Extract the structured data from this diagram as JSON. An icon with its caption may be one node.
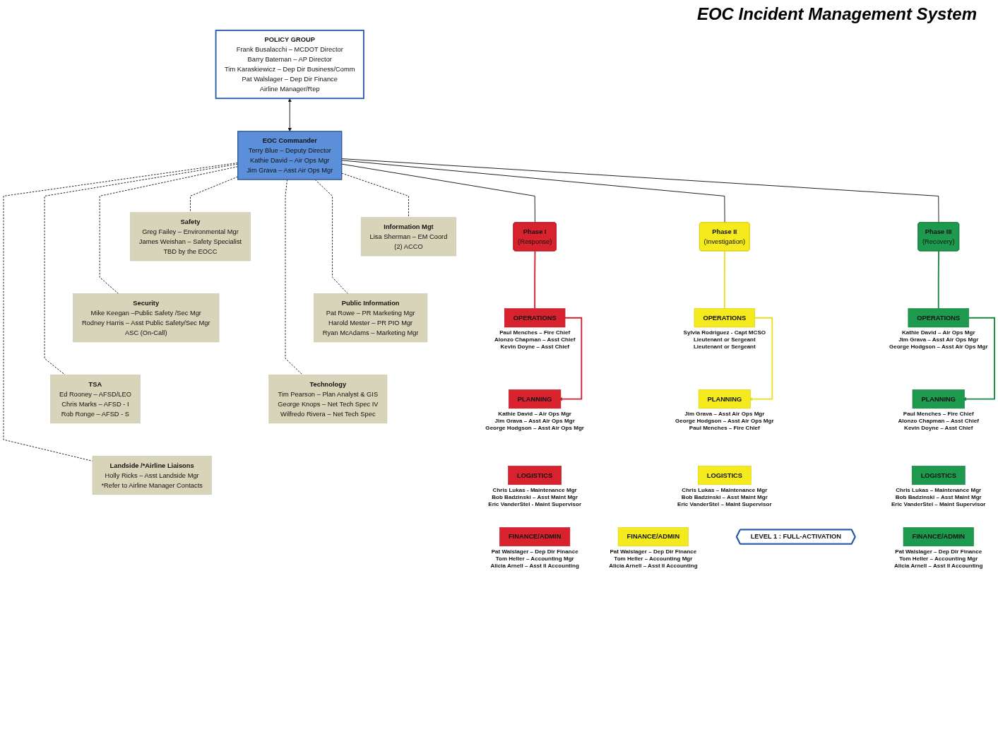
{
  "diagram": {
    "title": "EOC Incident Management System",
    "nodes": [
      {
        "text": [
          "POLICY GROUP",
          "Frank Busalacchi – MCDOT Director",
          "Barry Bateman – AP Director",
          "Tim Karaskiewicz – Dep Dir Business/Comm",
          "Pat Walslager – Dep Dir Finance",
          "Airline Manager/Rep"
        ]
      },
      {
        "text": [
          "EOC Commander",
          "Terry Blue – Deputy Director",
          "Kathie David – Air Ops Mgr",
          "Jim Grava – Asst Air Ops Mgr"
        ]
      },
      {
        "text": [
          "Information Mgt",
          "Lisa Sherman – EM Coord",
          "(2) ACCO"
        ]
      },
      {
        "text": [
          "Public Information",
          "Pat Rowe – PR Marketing Mgr",
          "Harold Mester – PR PIO Mgr",
          "Ryan McAdams – Marketing Mgr"
        ]
      },
      {
        "text": [
          "Technology",
          "Tim Pearson – Plan Analyst & GIS",
          "George Knops – Net Tech Spec IV",
          "Wilfredo Rivera – Net Tech Spec"
        ]
      },
      {
        "text": [
          "Landside /*Airline Liaisons",
          "Holly Ricks – Asst Landside Mgr",
          "*Refer to Airline Manager Contacts"
        ]
      },
      {
        "text": [
          "Safety",
          "Greg Failey – Environmental Mgr",
          "James Weishan – Safety Specialist",
          "TBD by the EOCC"
        ]
      },
      {
        "text": [
          "Security",
          "Mike Keegan –Public Safety /Sec Mgr",
          "Rodney Harris – Asst Public Safety/Sec Mgr",
          "ASC (On-Call)"
        ]
      },
      {
        "text": [
          "TSA",
          "Ed Rooney – AFSD/LEO",
          "Chris Marks – AFSD - I",
          "Rob Ronge – AFSD - S"
        ]
      },
      {
        "text": [
          "Phase I",
          "(Response)"
        ]
      },
      {
        "text": [
          "Phase II",
          "(Investigation)"
        ]
      },
      {
        "text": [
          "Phase III",
          "(Recovery)"
        ]
      },
      {
        "text": [
          "OPERATIONS"
        ],
        "beside": [
          "Paul Menches – Fire Chief",
          "Alonzo Chapman – Asst Chief",
          "Kevin Doyne – Asst Chief"
        ]
      },
      {
        "text": [
          "PLANNING"
        ],
        "beside": [
          "Kathie David – Air Ops Mgr",
          "Jim Grava – Asst Air Ops Mgr",
          "George Hodgson – Asst Air Ops Mgr"
        ]
      },
      {
        "text": [
          "LOGISTICS"
        ],
        "beside": [
          "Chris Lukas - Maintenance Mgr",
          "Bob Badzinski – Asst Maint Mgr",
          "Eric VanderStel - Maint Supervisor"
        ]
      },
      {
        "text": [
          "FINANCE/ADMIN"
        ],
        "beside": [
          "Pat Walslager – Dep Dir Finance",
          "Tom Heller – Accounting Mgr",
          "Alicia Arnell – Asst II Accounting"
        ]
      },
      {
        "text": [
          "OPERATIONS"
        ],
        "beside": [
          "Sylvia Rodriguez - Capt MCSO",
          "Lieutenant or Sergeant",
          "Lieutenant or Sergeant"
        ]
      },
      {
        "text": [
          "PLANNING"
        ],
        "beside": [
          "Jim Grava – Asst Air Ops Mgr",
          "George Hodgson – Asst Air Ops Mgr",
          "Paul Menches – Fire Chief"
        ]
      },
      {
        "text": [
          "LOGISTICS"
        ],
        "beside": [
          "Chris Lukas – Maintenance Mgr",
          "Bob Badzinski – Asst Maint Mgr",
          "Eric VanderStel – Maint Supervisor"
        ]
      },
      {
        "text": [
          "FINANCE/ADMIN"
        ],
        "beside": [
          "Pat Walslager – Dep Dir Finance",
          "Tom Heller – Accounting Mgr",
          "Alicia Arnell – Asst II Accounting"
        ]
      },
      {
        "text": [
          "OPERATIONS"
        ],
        "beside": [
          "Kathie David – Air Ops Mgr",
          "Jim Grava – Asst Air Ops Mgr",
          "George Hodgson – Asst Air Ops Mgr"
        ]
      },
      {
        "text": [
          "PLANNING"
        ],
        "beside": [
          "Paul Menches – Fire Chief",
          "Alonzo Chapman – Asst Chief",
          "Kevin Doyne – Asst Chief"
        ]
      },
      {
        "text": [
          "LOGISTICS"
        ],
        "beside": [
          "Chris Lukas – Maintenance Mgr",
          "Bob Badzinski – Asst Maint Mgr",
          "Eric VanderStel – Maint Supervisor"
        ]
      },
      {
        "text": [
          "FINANCE/ADMIN"
        ],
        "beside": [
          "Pat Walslager – Dep Dir Finance",
          "Tom Heller – Accounting Mgr",
          "Alicia Arnell – Asst II Accounting"
        ]
      },
      {
        "text": [
          "LEVEL 1 : FULL-ACTIVATION"
        ]
      }
    ],
    "edges": [
      {
        "from": 0,
        "to": 1,
        "arrow": "both"
      },
      {
        "from": 1,
        "to": 2,
        "arrow": "none",
        "style": "dashed"
      },
      {
        "from": 1,
        "to": 3,
        "arrow": "none",
        "style": "dashed"
      },
      {
        "from": 1,
        "to": 4,
        "arrow": "none",
        "style": "dashed"
      },
      {
        "from": 1,
        "to": 5,
        "arrow": "none",
        "style": "dashed"
      },
      {
        "from": 1,
        "to": 6,
        "arrow": "none",
        "style": "dashed"
      },
      {
        "from": 1,
        "to": 7,
        "arrow": "none",
        "style": "dashed"
      },
      {
        "from": 1,
        "to": 8,
        "arrow": "none",
        "style": "dashed"
      },
      {
        "from": 1,
        "to": 9,
        "arrow": "none"
      },
      {
        "from": 1,
        "to": 10,
        "arrow": "none"
      },
      {
        "from": 1,
        "to": 11,
        "arrow": "none"
      },
      {
        "from": 9,
        "to": 12,
        "arrow": "none",
        "color": "#c8202e"
      },
      {
        "from": 10,
        "to": 16,
        "arrow": "none",
        "color": "#e8e020"
      },
      {
        "from": 11,
        "to": 20,
        "arrow": "none",
        "color": "#17873f"
      },
      {
        "from": 12,
        "to": 13,
        "arrow": "to",
        "color": "#c8202e"
      },
      {
        "from": 16,
        "to": 17,
        "arrow": "to",
        "color": "#e8e020"
      },
      {
        "from": 20,
        "to": 21,
        "arrow": "to",
        "color": "#17873f"
      }
    ]
  }
}
